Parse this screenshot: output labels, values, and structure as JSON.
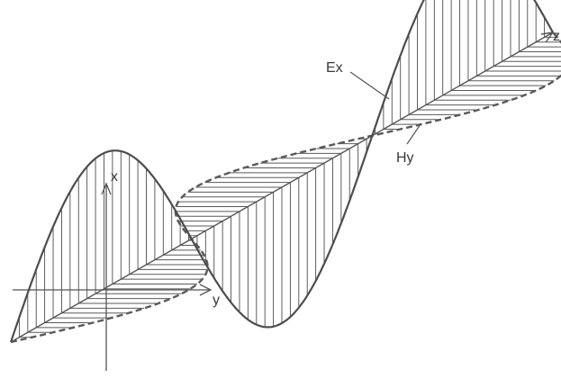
{
  "diagram": {
    "labels": {
      "x_axis": "x",
      "y_axis": "y",
      "z_axis": "z",
      "electric_field": "Ex",
      "magnetic_field": "Hy"
    },
    "colors": {
      "line": "#4d4d4d",
      "dashed": "#5a5a5a",
      "background": "#ffffff"
    }
  }
}
